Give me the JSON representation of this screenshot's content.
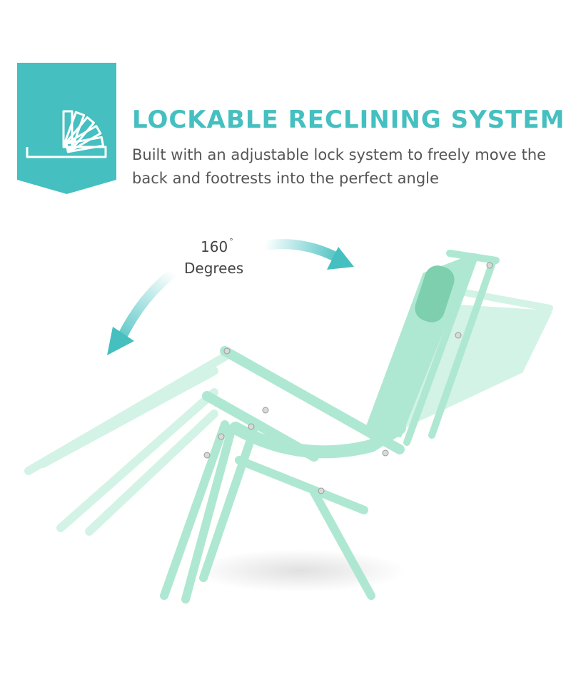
{
  "feature": {
    "title": "LOCKABLE RECLINING SYSTEM",
    "description": "Built with an adjustable lock system to freely move the back and footrests into the perfect angle",
    "icon": "recline-fan-icon"
  },
  "angle": {
    "value": "160",
    "degree_symbol": "°",
    "unit": "Degrees"
  },
  "colors": {
    "accent": "#45bfbf",
    "chair": "#a6e6cd",
    "chair_dark": "#7dcfae",
    "text": "#555555"
  }
}
